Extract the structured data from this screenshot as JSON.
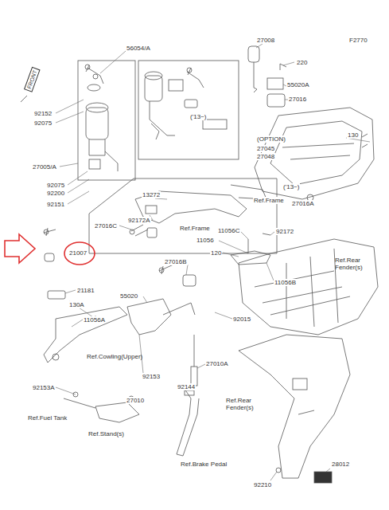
{
  "diagram": {
    "labels": [
      "F2770",
      "FRONT",
      "56054/A",
      "27008",
      "220",
      "55020A",
      "27016",
      "130",
      "92152",
      "92075",
      "27005/A",
      "('13~)",
      "(OPTION)",
      "27045",
      "27048",
      "92075",
      "92200",
      "92151",
      "13272",
      "('13~)",
      "92172A",
      "Ref.Frame",
      "Ref.Frame",
      "27016A",
      "27016C",
      "21007",
      "27016B",
      "11056C",
      "11056",
      "92172",
      "120",
      "11056B",
      "Ref.Rear Fender(s)",
      "21181",
      "130A",
      "11056A",
      "55020",
      "92015",
      "Ref.Cowling(Upper)",
      "92153",
      "27010A",
      "92144",
      "92153A",
      "27010",
      "Ref.Fuel Tank",
      "Ref.Stand(s)",
      "Ref.Rear Fender(s)",
      "Ref.Brake Pedal",
      "28012",
      "92210"
    ]
  }
}
